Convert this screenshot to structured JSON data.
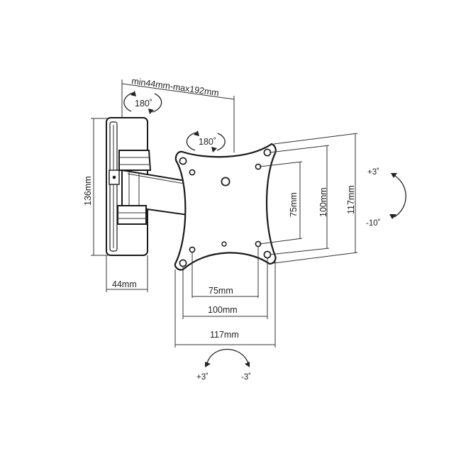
{
  "labels": {
    "depth_range": "min44mm-max192mm",
    "swivel_wall": "180˚",
    "swivel_plate": "180˚",
    "height_136": "136mm",
    "width_44": "44mm",
    "vesa_h_75": "75mm",
    "vesa_h_100": "100mm",
    "vesa_h_117": "117mm",
    "vesa_v_75": "75mm",
    "vesa_v_100": "100mm",
    "vesa_v_117": "117mm",
    "tilt_up": "+3˚",
    "tilt_down": "-10˚",
    "rot_left": "+3˚",
    "rot_right": "-3˚"
  }
}
